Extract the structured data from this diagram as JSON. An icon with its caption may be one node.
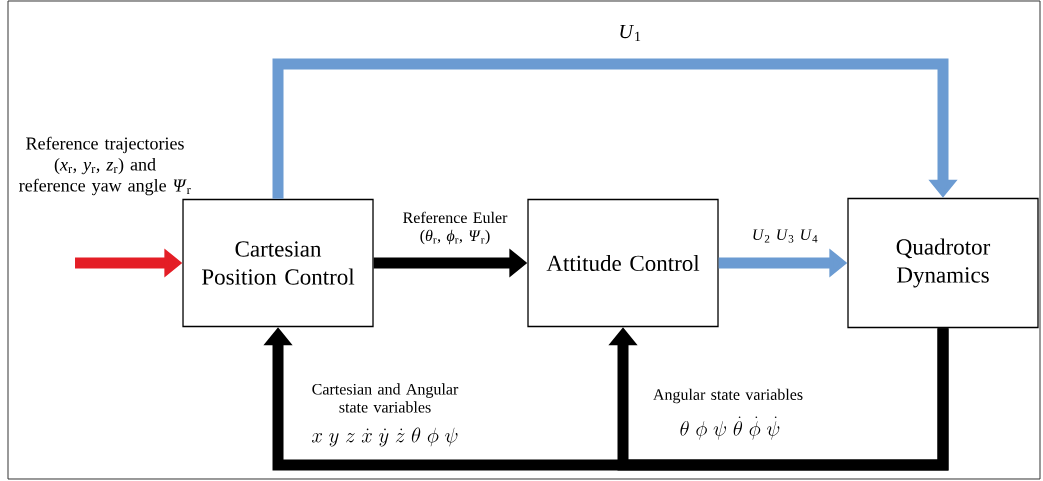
{
  "diagram": {
    "nodes": [
      {
        "text": [
          "Cartesian Position Control"
        ]
      },
      {
        "text": [
          "Attitude Control"
        ]
      },
      {
        "text": [
          "Quadrotor Dynamics"
        ]
      }
    ],
    "edges": [
      {
        "from": null,
        "to": 0,
        "arrow": "to",
        "color": "#e41e26",
        "label": "Reference trajectories (*x*$_{r}$, *y*$_{r}$, *z*$_{r}$) and reference yaw angle *Ψ*$_{r}$"
      },
      {
        "from": 0,
        "to": 2,
        "arrow": "to",
        "color": "#6b9bd2",
        "label": "*U*$_{1}$"
      },
      {
        "from": 0,
        "to": 1,
        "arrow": "to",
        "label": "Reference Euler (*θ*$_{r}$, *ϕ*$_{r}$, *Ψ*$_{r}$)"
      },
      {
        "from": 1,
        "to": 2,
        "arrow": "to",
        "color": "#6b9bd2",
        "label": "*U*$_{2}$ *U*$_{3}$ *U*$_{4}$"
      },
      {
        "from": 2,
        "to": 0,
        "arrow": "to",
        "label": "Cartesian and Angular state variables"
      },
      {
        "from": 2,
        "to": 1,
        "arrow": "to",
        "label": "Angular state variables"
      }
    ],
    "labels": [
      "x\\;y\\;z\\;\\dot{x}\\;\\dot{y}\\;\\dot{z}\\;\\theta\\;\\phi\\;\\psi",
      "\\theta\\;\\phi\\;\\psi\\;\\dot{\\theta}\\;\\dot{\\phi}\\;\\dot{\\psi}"
    ]
  }
}
